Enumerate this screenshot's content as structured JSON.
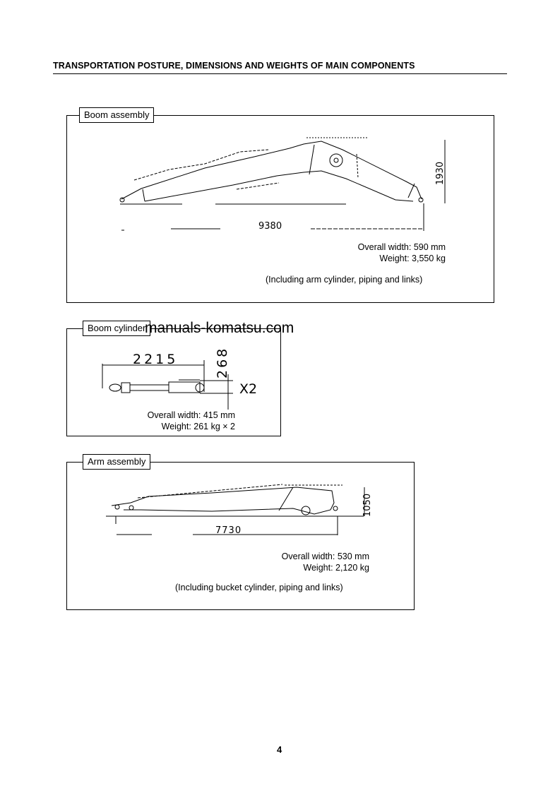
{
  "header": {
    "title": "TRANSPORTATION POSTURE, DIMENSIONS AND WEIGHTS OF MAIN COMPONENTS"
  },
  "boom_assembly": {
    "label": "Boom assembly",
    "length_dim": "9380",
    "height_dim": "1930",
    "overall_width": "Overall width: 590 mm",
    "weight": "Weight: 3,550 kg",
    "note": "(Including arm cylinder, piping and links)"
  },
  "boom_cylinder": {
    "label": "Boom cylinder",
    "length_dim": "2215",
    "height_dim": "268",
    "quantity": "X2",
    "overall_width": "Overall width: 415 mm",
    "weight": "Weight: 261 kg × 2"
  },
  "arm_assembly": {
    "label": "Arm assembly",
    "length_dim": "7730",
    "height_dim": "1050",
    "overall_width": "Overall width: 530 mm",
    "weight": "Weight: 2,120 kg",
    "note": "(Including bucket cylinder, piping and links)"
  },
  "watermark": "manuals-komatsu.com",
  "page_number": "4"
}
